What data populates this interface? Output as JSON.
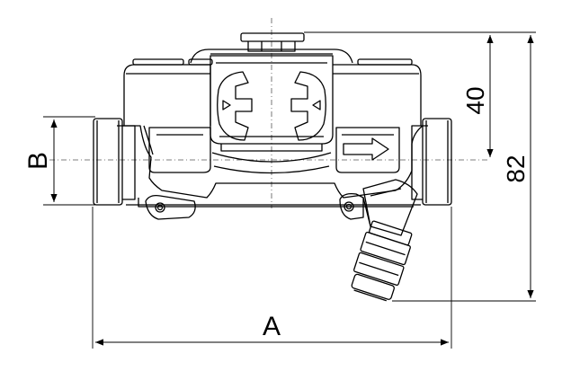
{
  "drawing": {
    "labels": {
      "width_label": "A",
      "height_label": "B",
      "top_dim": "40",
      "total_dim": "82"
    },
    "colors": {
      "line": "#000000",
      "centerline": "#555555",
      "background": "#ffffff"
    }
  }
}
